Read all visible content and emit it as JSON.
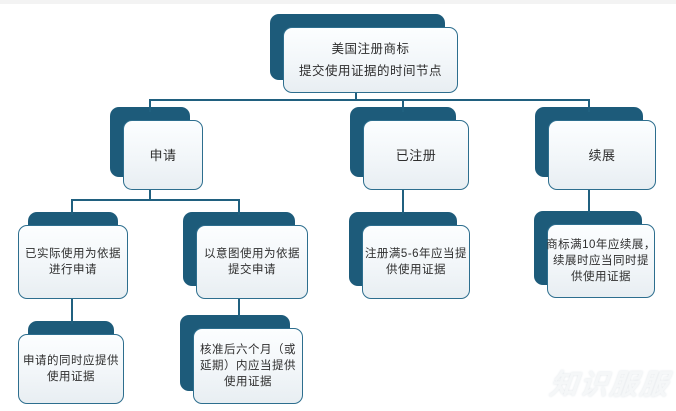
{
  "diagram": {
    "title_node": {
      "lines": [
        "美国注册商标",
        "提交使用证据的时间节点"
      ]
    },
    "branches": {
      "apply": {
        "label": "申请"
      },
      "registered": {
        "label": "已注册"
      },
      "renewal": {
        "label": "续展"
      }
    },
    "nodes": {
      "actual_use": {
        "lines": [
          "已实际使用为依据",
          "进行申请"
        ]
      },
      "intent_use": {
        "lines": [
          "以意图使用为依据",
          "提交申请"
        ]
      },
      "registered_5_6": {
        "lines": [
          "注册满5-6年应当提",
          "供使用证据"
        ]
      },
      "renewal_10": {
        "lines": [
          "商标满10年应续展，",
          "续展时应当同时提",
          "供使用证据"
        ]
      },
      "apply_same_time": {
        "lines": [
          "申请的同时应提供",
          "使用证据"
        ]
      },
      "approved_6_months": {
        "lines": [
          "核准后六个月（或",
          "延期）内应当提供",
          "使用证据"
        ]
      }
    }
  },
  "watermark": "知识服服",
  "colors": {
    "shape_dark": "#1d5b7a",
    "card_border": "#2d6e8e",
    "connector": "#20607f",
    "card_fill_top": "#fcfeff",
    "card_fill_bottom": "#e8eef2"
  }
}
